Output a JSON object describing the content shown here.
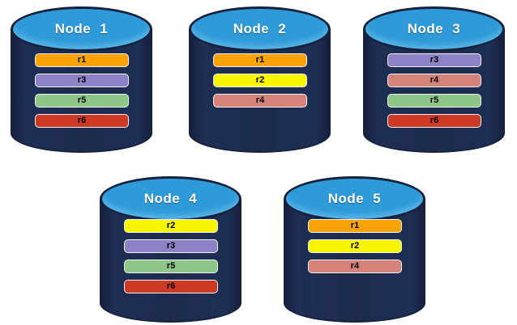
{
  "diagram_title": "database-nodes-replication",
  "palette": {
    "r1": "#FAA306",
    "r2": "#F7F500",
    "r3": "#8E82C6",
    "r4": "#D5837A",
    "r5": "#8EC687",
    "r6": "#CC3A25"
  },
  "colors": {
    "cylinder_body": "#1C2B4D",
    "cylinder_outline": "#16223E",
    "cylinder_top": "#2E9AD8",
    "title_text": "#FFFFFF",
    "bar_label_text": "#000000",
    "bar_border": "#F2F2F2",
    "background": "#FFFFFF"
  },
  "nodes": [
    {
      "id": "node-1",
      "title_word": "Node",
      "title_number": "1",
      "replicas": [
        "r1",
        "r3",
        "r5",
        "r6"
      ]
    },
    {
      "id": "node-2",
      "title_word": "Node",
      "title_number": "2",
      "replicas": [
        "r1",
        "r2",
        "r4"
      ]
    },
    {
      "id": "node-3",
      "title_word": "Node",
      "title_number": "3",
      "replicas": [
        "r3",
        "r4",
        "r5",
        "r6"
      ]
    },
    {
      "id": "node-4",
      "title_word": "Node",
      "title_number": "4",
      "replicas": [
        "r2",
        "r3",
        "r5",
        "r6"
      ]
    },
    {
      "id": "node-5",
      "title_word": "Node",
      "title_number": "5",
      "replicas": [
        "r1",
        "r2",
        "r4"
      ]
    }
  ]
}
